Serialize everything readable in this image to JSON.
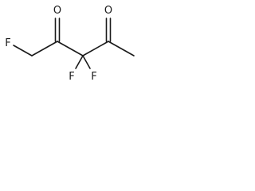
{
  "molecule": {
    "atom_labels": {
      "o_left": "O",
      "o_right": "O",
      "f_terminal": "F",
      "f_lower_left": "F",
      "f_lower_right": "F"
    }
  }
}
